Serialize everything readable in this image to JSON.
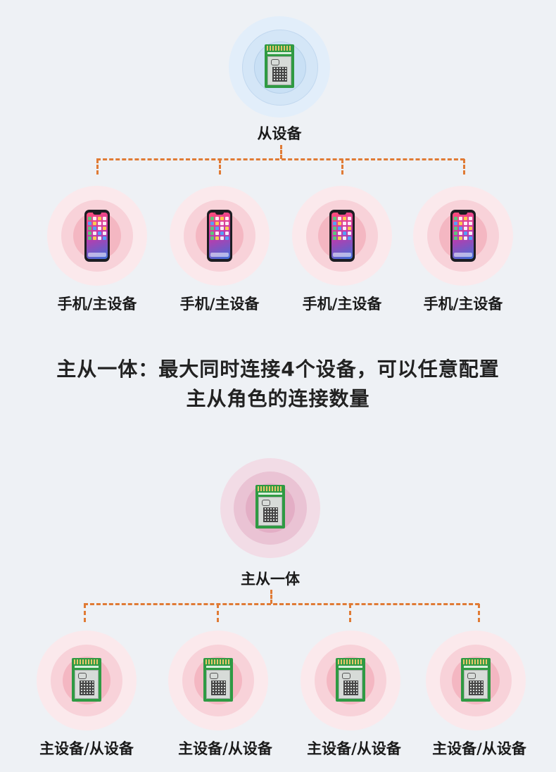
{
  "colors": {
    "background": "#eef1f5",
    "connector": "#e07b35",
    "slave_ring": "#d4e6f7",
    "master_ring": "#f8d2d9",
    "hybrid_ring": "#eac3d4"
  },
  "top_section": {
    "center_node": {
      "label": "从设备",
      "icon": "ble-module-icon"
    },
    "child_nodes": [
      {
        "label": "手机/主设备",
        "icon": "smartphone-icon"
      },
      {
        "label": "手机/主设备",
        "icon": "smartphone-icon"
      },
      {
        "label": "手机/主设备",
        "icon": "smartphone-icon"
      },
      {
        "label": "手机/主设备",
        "icon": "smartphone-icon"
      }
    ]
  },
  "headline": {
    "line1": "主从一体：最大同时连接4个设备，可以任意配置",
    "line2": "主从角色的连接数量"
  },
  "bottom_section": {
    "center_node": {
      "label": "主从一体",
      "icon": "ble-module-icon"
    },
    "child_nodes": [
      {
        "label": "主设备/从设备",
        "icon": "ble-module-icon"
      },
      {
        "label": "主设备/从设备",
        "icon": "ble-module-icon"
      },
      {
        "label": "主设备/从设备",
        "icon": "ble-module-icon"
      },
      {
        "label": "主设备/从设备",
        "icon": "ble-module-icon"
      }
    ]
  }
}
